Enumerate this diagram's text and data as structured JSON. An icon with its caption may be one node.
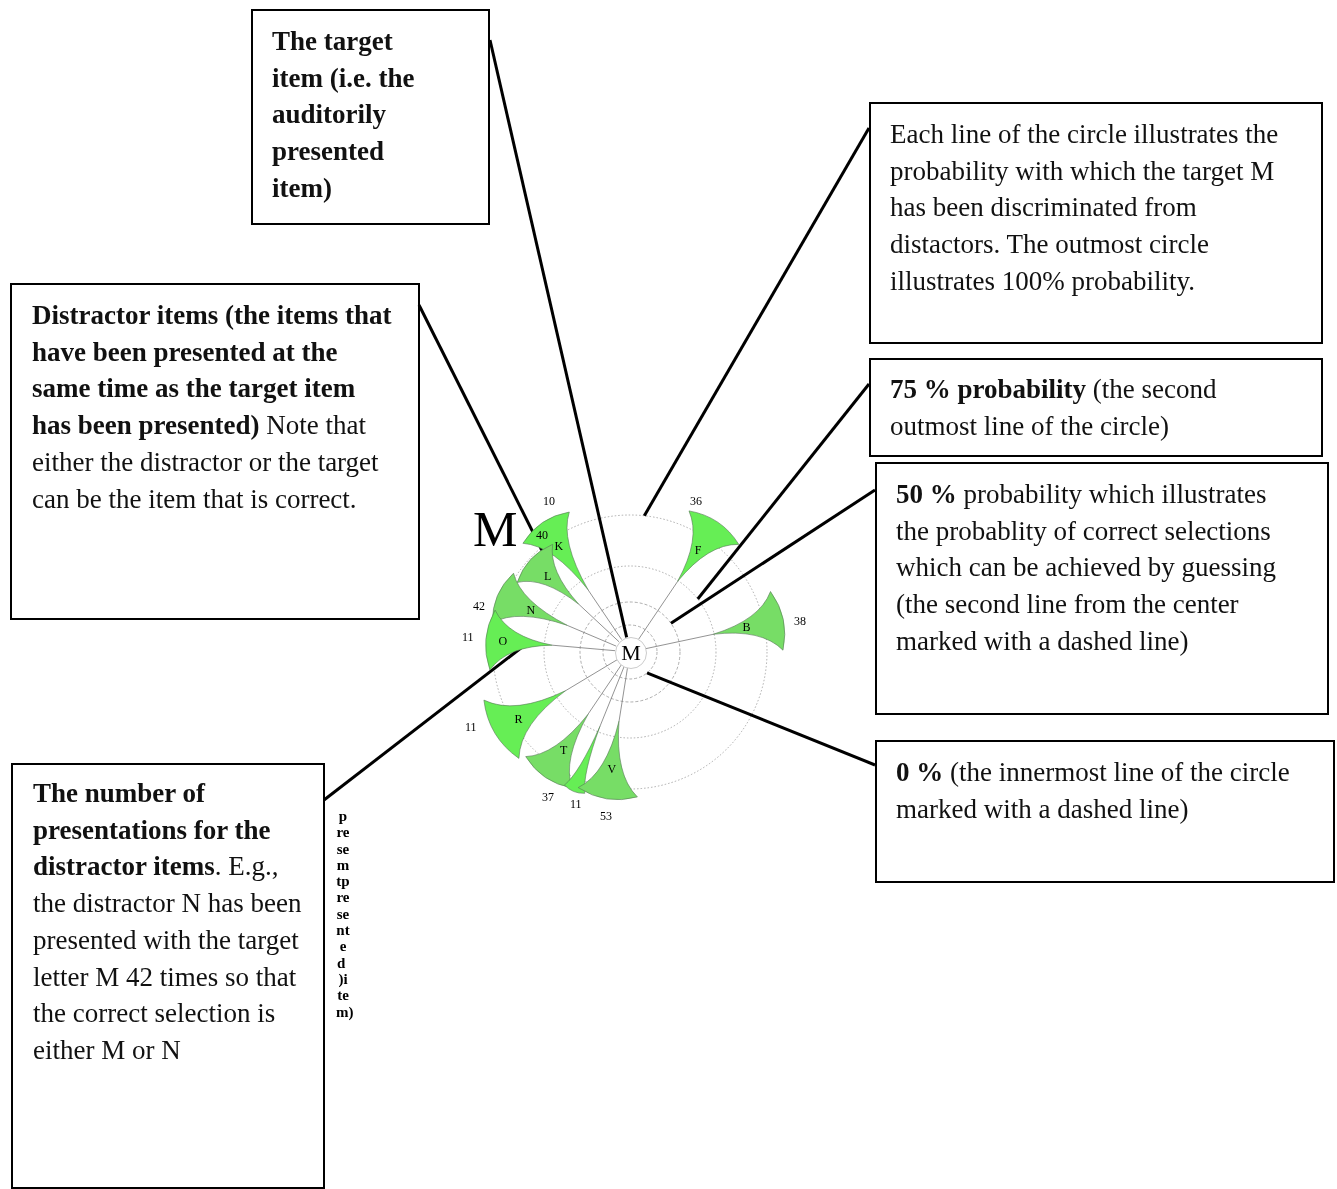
{
  "diagram": {
    "nodes": [
      {
        "text": [
          "The target item (i.e. the auditorily presented item)"
        ]
      },
      {
        "text": [
          "**Distractor items (the items that have been presented at the same time as the target item has been presented)** Note that either the distractor or the target can be the item that is correct."
        ]
      },
      {
        "text": [
          "**The number of presentations for the distractor items**. E.g., the distractor N has been presented with the target letter M 42 times so that the correct selection is either M or N"
        ]
      },
      {
        "text": [
          "Each line of the circle illustrates the probability with which the target M has been discriminated from distactors. The outmost circle illustrates 100% probability."
        ]
      },
      {
        "text": [
          "**75 % probability** (the second outmost line of the circle)"
        ]
      },
      {
        "text": [
          "**50 %** probability which illustrates the probablity of correct selections which can be achieved by guessing (the second line from the center marked with a dashed line)"
        ]
      },
      {
        "text": [
          "**0 %** (the innermost line of the circle marked with a dashed line)"
        ]
      },
      {
        "text": [],
        "shape": "circle"
      },
      {
        "text": [],
        "shape": "circle",
        "in": 7
      },
      {
        "text": [],
        "shape": "circle",
        "in": 8
      },
      {
        "text": [],
        "shape": "circle",
        "in": 9
      },
      {
        "text": [
          "M"
        ],
        "in": 10
      },
      {
        "text": [
          "K"
        ],
        "beside": [
          "10"
        ],
        "in": 7
      },
      {
        "text": [
          "L"
        ],
        "beside": [
          "40"
        ],
        "in": 7
      },
      {
        "text": [
          "N"
        ],
        "beside": [
          "42"
        ],
        "in": 7
      },
      {
        "text": [
          "O"
        ],
        "beside": [
          "11"
        ]
      },
      {
        "text": [
          "R"
        ],
        "beside": [
          "11"
        ]
      },
      {
        "text": [
          "T"
        ],
        "beside": [
          "37"
        ],
        "in": 7
      },
      {
        "text": [],
        "shape": "leaf",
        "beside": [
          "11"
        ],
        "in": 7
      },
      {
        "text": [
          "V"
        ],
        "beside": [
          "53"
        ]
      },
      {
        "text": [
          "F"
        ],
        "beside": [
          "36"
        ],
        "in": 7
      },
      {
        "text": [
          "B"
        ],
        "beside": [
          "38"
        ]
      }
    ],
    "edges": [
      {
        "from": 0,
        "to": 11,
        "arrow": "none",
        "style": "thick",
        "color": "#000000"
      },
      {
        "from": 1,
        "to": 13,
        "arrow": "none",
        "style": "thick",
        "color": "#000000"
      },
      {
        "from": 2,
        "to": 15,
        "arrow": "none",
        "style": "thick",
        "color": "#000000"
      },
      {
        "from": 3,
        "to": 7,
        "arrow": "none",
        "style": "thick",
        "color": "#000000"
      },
      {
        "from": 4,
        "to": 8,
        "arrow": "none",
        "style": "thick",
        "color": "#000000"
      },
      {
        "from": 5,
        "to": 9,
        "arrow": "none",
        "style": "thick",
        "color": "#000000"
      },
      {
        "from": 6,
        "to": 10,
        "arrow": "none",
        "style": "thick",
        "color": "#000000"
      },
      {
        "from": 11,
        "to": 12,
        "arrow": "none"
      },
      {
        "from": 11,
        "to": 13,
        "arrow": "none"
      },
      {
        "from": 11,
        "to": 14,
        "arrow": "none"
      },
      {
        "from": 11,
        "to": 15,
        "arrow": "none"
      },
      {
        "from": 11,
        "to": 16,
        "arrow": "none"
      },
      {
        "from": 11,
        "to": 17,
        "arrow": "none"
      },
      {
        "from": 11,
        "to": 18,
        "arrow": "none"
      },
      {
        "from": 11,
        "to": 19,
        "arrow": "none"
      },
      {
        "from": 11,
        "to": 20,
        "arrow": "none"
      },
      {
        "from": 11,
        "to": 21,
        "arrow": "none"
      }
    ],
    "labels": [
      "M",
      "presemtpresented )item)"
    ]
  }
}
